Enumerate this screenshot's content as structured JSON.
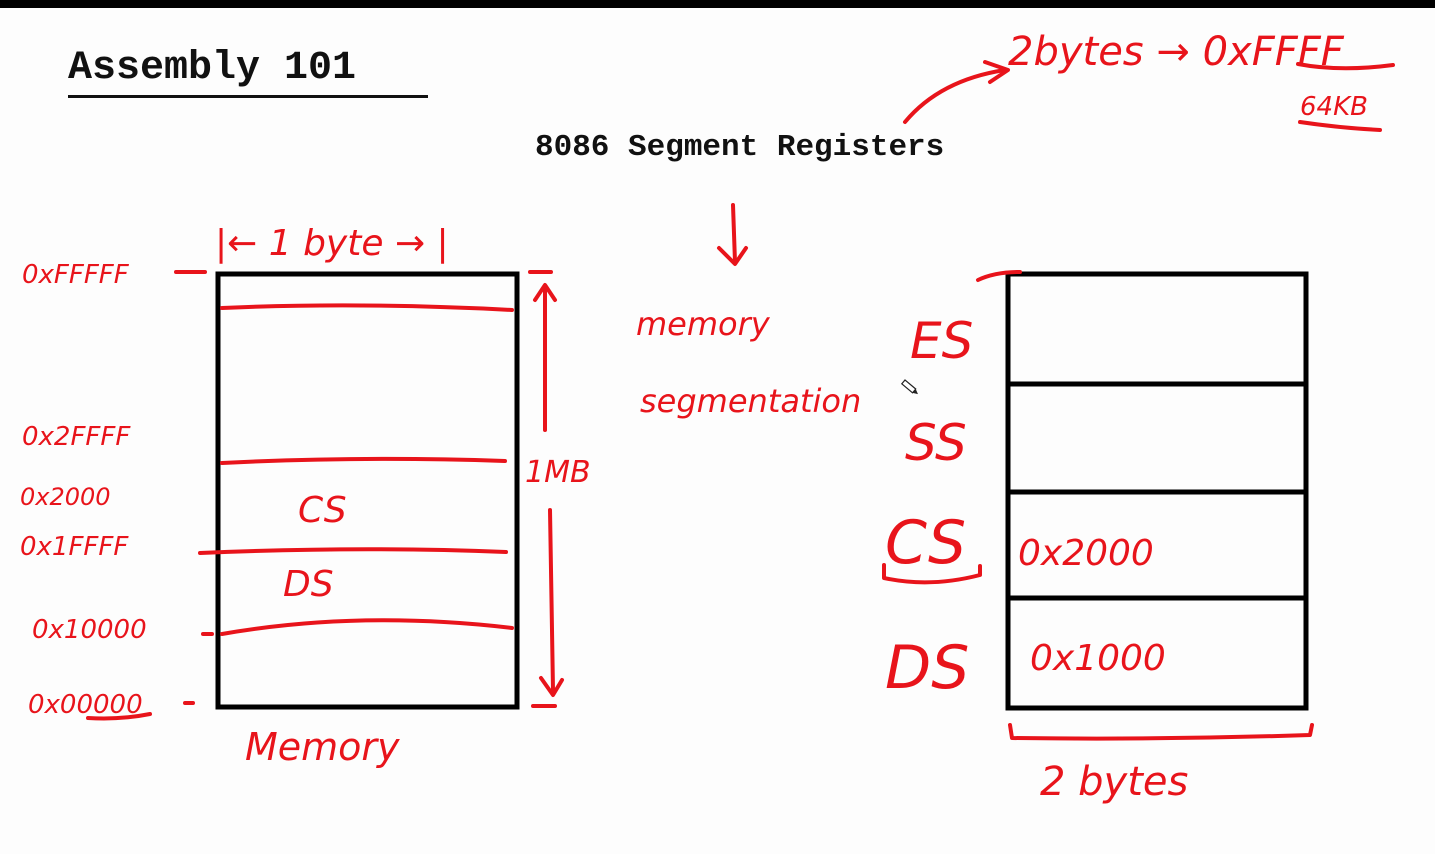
{
  "title": "Assembly 101",
  "subtitle": "8086 Segment Registers",
  "colors": {
    "ink": "#e8141b",
    "text": "#111111",
    "background": "#fdfdfd"
  },
  "annotations": {
    "two_bytes_max": "2bytes → 0xFFFF",
    "size_64kb": "64KB",
    "arrow_down": "↓",
    "memory_segmentation_1": "memory",
    "memory_segmentation_2": "segmentation",
    "byte_width": "|← 1 byte → |",
    "mem_size": "1MB",
    "memory_label": "Memory",
    "reg_width": "2 bytes"
  },
  "memory": {
    "addresses": [
      "0xFFFFF",
      "0x2FFFF",
      "0x2000",
      "0x1FFFF",
      "0x10000",
      "0x00000"
    ],
    "segments": [
      "CS",
      "DS"
    ]
  },
  "registers": [
    {
      "name": "ES",
      "value": ""
    },
    {
      "name": "SS",
      "value": ""
    },
    {
      "name": "CS",
      "value": "0x2000"
    },
    {
      "name": "DS",
      "value": "0x1000"
    }
  ]
}
